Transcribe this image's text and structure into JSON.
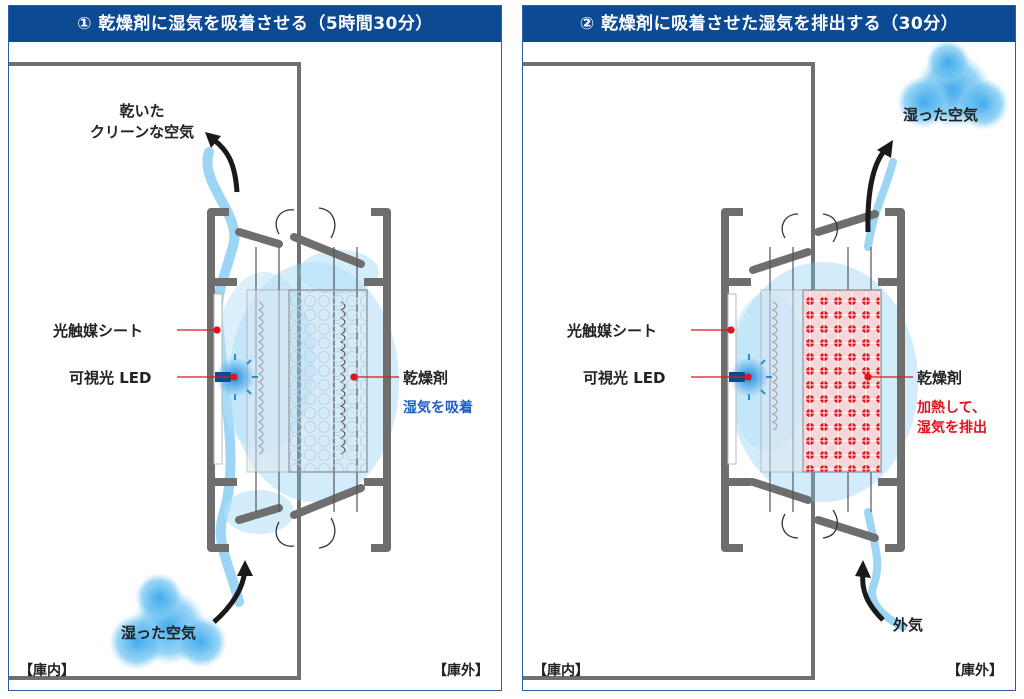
{
  "panels": [
    {
      "title": "① 乾燥剤に湿気を吸着させる（5時間30分）",
      "top_air_line1": "乾いた",
      "top_air_line2": "クリーンな空気",
      "photocatalyst": "光触媒シート",
      "led": "可視光 LED",
      "desiccant": "乾燥剤",
      "action_line1": "湿気を吸着",
      "action_line2": "",
      "bottom_air": "湿った空気",
      "inside": "【庫内】",
      "outside": "【庫外】"
    },
    {
      "title": "② 乾燥剤に吸着させた湿気を排出する（30分）",
      "top_air_line1": "湿った空気",
      "top_air_line2": "",
      "photocatalyst": "光触媒シート",
      "led": "可視光 LED",
      "desiccant": "乾燥剤",
      "action_line1": "加熱して、",
      "action_line2": "湿気を排出",
      "bottom_air": "外気",
      "inside": "【庫内】",
      "outside": "【庫外】"
    }
  ],
  "colors": {
    "title_bar": "#0d4a94",
    "frame_gray": "#6e6e6e",
    "air_blue": "#56b8ee",
    "label_red_line": "#e0141e",
    "absorb_text": "#1f5fc4",
    "heat_text": "#e0141e"
  },
  "icons": {
    "led": "led-light-icon",
    "air_arrow": "curved-arrow-icon",
    "flap_arrow": "rotate-arrow-icon"
  }
}
